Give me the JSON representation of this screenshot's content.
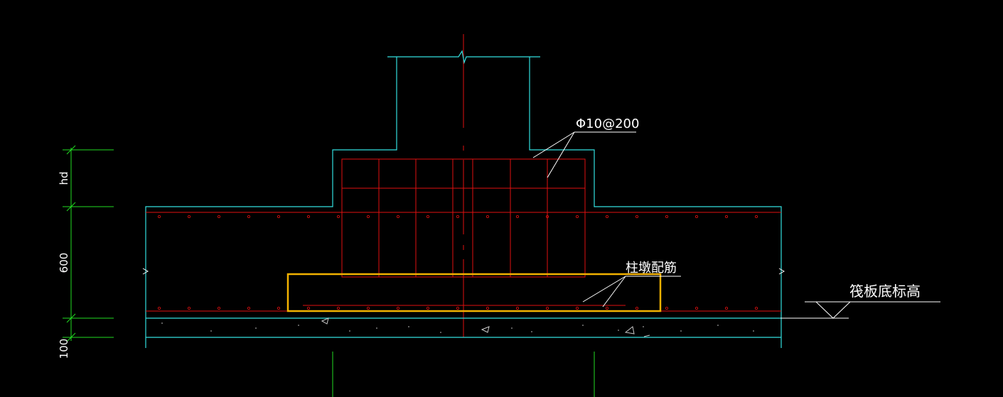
{
  "labels": {
    "rebar_spec": "Φ10@200",
    "column_pier_rebar": "柱墩配筋",
    "raft_bottom_elevation": "筏板底标高"
  },
  "dimensions": {
    "pier_height": "hd",
    "raft_thickness": "600",
    "cushion_thickness": "100"
  },
  "colors": {
    "outline": "#33e0e0",
    "rebar": "#e01010",
    "dimension": "#22dd22",
    "highlight": "#f2b200",
    "text": "#ffffff"
  }
}
